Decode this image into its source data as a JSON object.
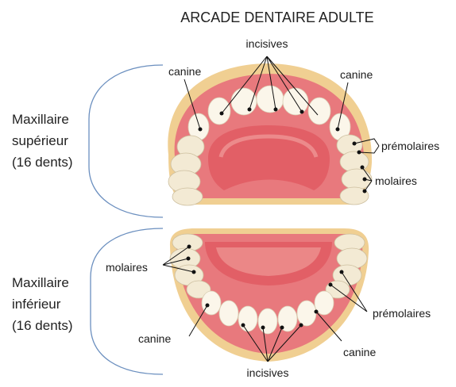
{
  "title": "ARCADE DENTAIRE ADULTE",
  "upper": {
    "jaw_label": [
      "Maxillaire",
      "supérieur",
      "(16 dents)"
    ],
    "labels": {
      "incisors": "incisives",
      "canine_left": "canine",
      "canine_right": "canine",
      "premolars": "prémolaires",
      "molars": "molaires"
    }
  },
  "lower": {
    "jaw_label": [
      "Maxillaire",
      "inférieur",
      "(16 dents)"
    ],
    "labels": {
      "incisors": "incisives",
      "canine_left": "canine",
      "canine_right": "canine",
      "premolars": "prémolaires",
      "molars": "molaires"
    }
  },
  "colors": {
    "gum": "#e8797d",
    "gum_light": "#f3a7a3",
    "palate": "#e25f66",
    "bone": "#f0cf92",
    "tooth": "#fbf6ea",
    "brace": "#6b8fbf"
  }
}
